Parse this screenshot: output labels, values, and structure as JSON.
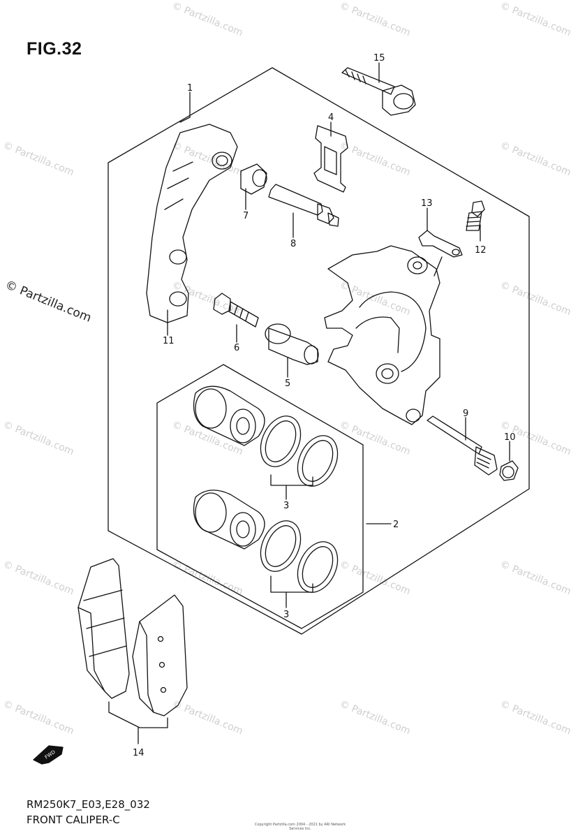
{
  "figure": {
    "title": "FIG.32",
    "code": "RM250K7_E03,E28_032",
    "name": "FRONT CALIPER-C",
    "copyright": "Copyright Partzilla.com 2004 - 2021 by ARI Network Services Inc."
  },
  "watermark": {
    "text": "© Partzilla.com"
  },
  "callouts": [
    {
      "id": "c1",
      "label": "1"
    },
    {
      "id": "c2",
      "label": "2"
    },
    {
      "id": "c3a",
      "label": "3"
    },
    {
      "id": "c3b",
      "label": "3"
    },
    {
      "id": "c4",
      "label": "4"
    },
    {
      "id": "c5",
      "label": "5"
    },
    {
      "id": "c6",
      "label": "6"
    },
    {
      "id": "c7",
      "label": "7"
    },
    {
      "id": "c8",
      "label": "8"
    },
    {
      "id": "c9",
      "label": "9"
    },
    {
      "id": "c10",
      "label": "10"
    },
    {
      "id": "c11",
      "label": "11"
    },
    {
      "id": "c12",
      "label": "12"
    },
    {
      "id": "c13",
      "label": "13"
    },
    {
      "id": "c14",
      "label": "14"
    },
    {
      "id": "c15",
      "label": "15"
    }
  ],
  "fwd_badge": "FWD"
}
